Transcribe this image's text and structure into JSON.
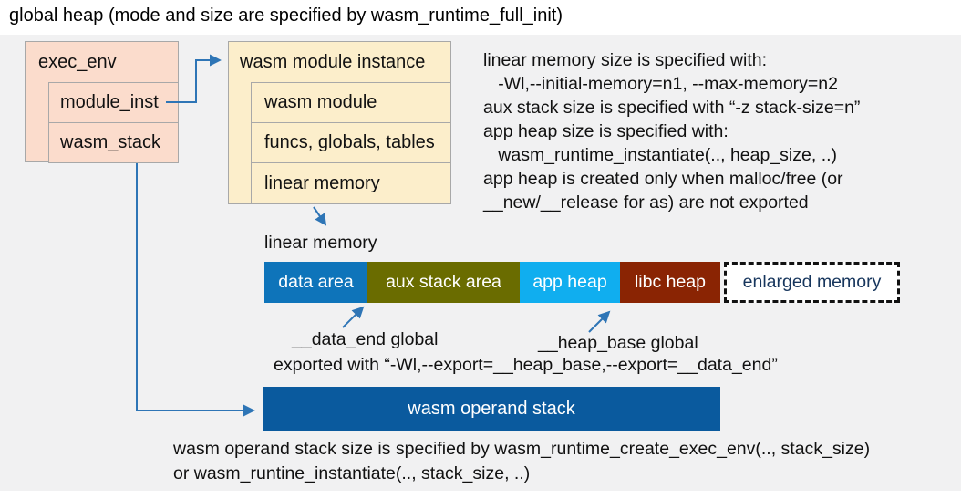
{
  "title": "global heap (mode and size are specified by wasm_runtime_full_init)",
  "exec_env": {
    "header": "exec_env",
    "rows": [
      "module_inst",
      "wasm_stack"
    ]
  },
  "module_instance": {
    "header": "wasm module instance",
    "rows": [
      "wasm module",
      "funcs, globals, tables",
      "linear memory"
    ]
  },
  "notes": {
    "lines": [
      "linear memory size is specified with:",
      "   -Wl,--initial-memory=n1, --max-memory=n2",
      "aux stack size is specified with “-z stack-size=n”",
      "app heap size is specified with:",
      "   wasm_runtime_instantiate(.., heap_size, ..)",
      "app heap is created only when malloc/free (or",
      "__new/__release for as) are not exported"
    ]
  },
  "linear_memory": {
    "label": "linear memory",
    "segments": [
      {
        "label": "data area",
        "color": "#0e74ba"
      },
      {
        "label": "aux stack area",
        "color": "#6a6c00"
      },
      {
        "label": "app heap",
        "color": "#10aeef"
      },
      {
        "label": "libc heap",
        "color": "#8a2403"
      }
    ],
    "enlarged": {
      "label": "enlarged memory",
      "text_color": "#17365d"
    }
  },
  "annotations": {
    "data_end": "__data_end global",
    "heap_base": "__heap_base global",
    "exported": "exported with “-Wl,--export=__heap_base,--export=__data_end”"
  },
  "operand_stack": {
    "label": "wasm operand stack",
    "color": "#0a5a9e"
  },
  "footer": {
    "lines": [
      "wasm operand stack size is specified by wasm_runtime_create_exec_env(.., stack_size)",
      "or wasm_runtine_instantiate(.., stack_size, ..)"
    ]
  },
  "colors": {
    "arrow": "#2e75b6",
    "panel_bg": "#f1f1f2",
    "exec_box_fill": "#fbdccc",
    "module_box_fill": "#fceecb",
    "box_border": "#a8a8a8",
    "enlarged_border": "#111111"
  }
}
